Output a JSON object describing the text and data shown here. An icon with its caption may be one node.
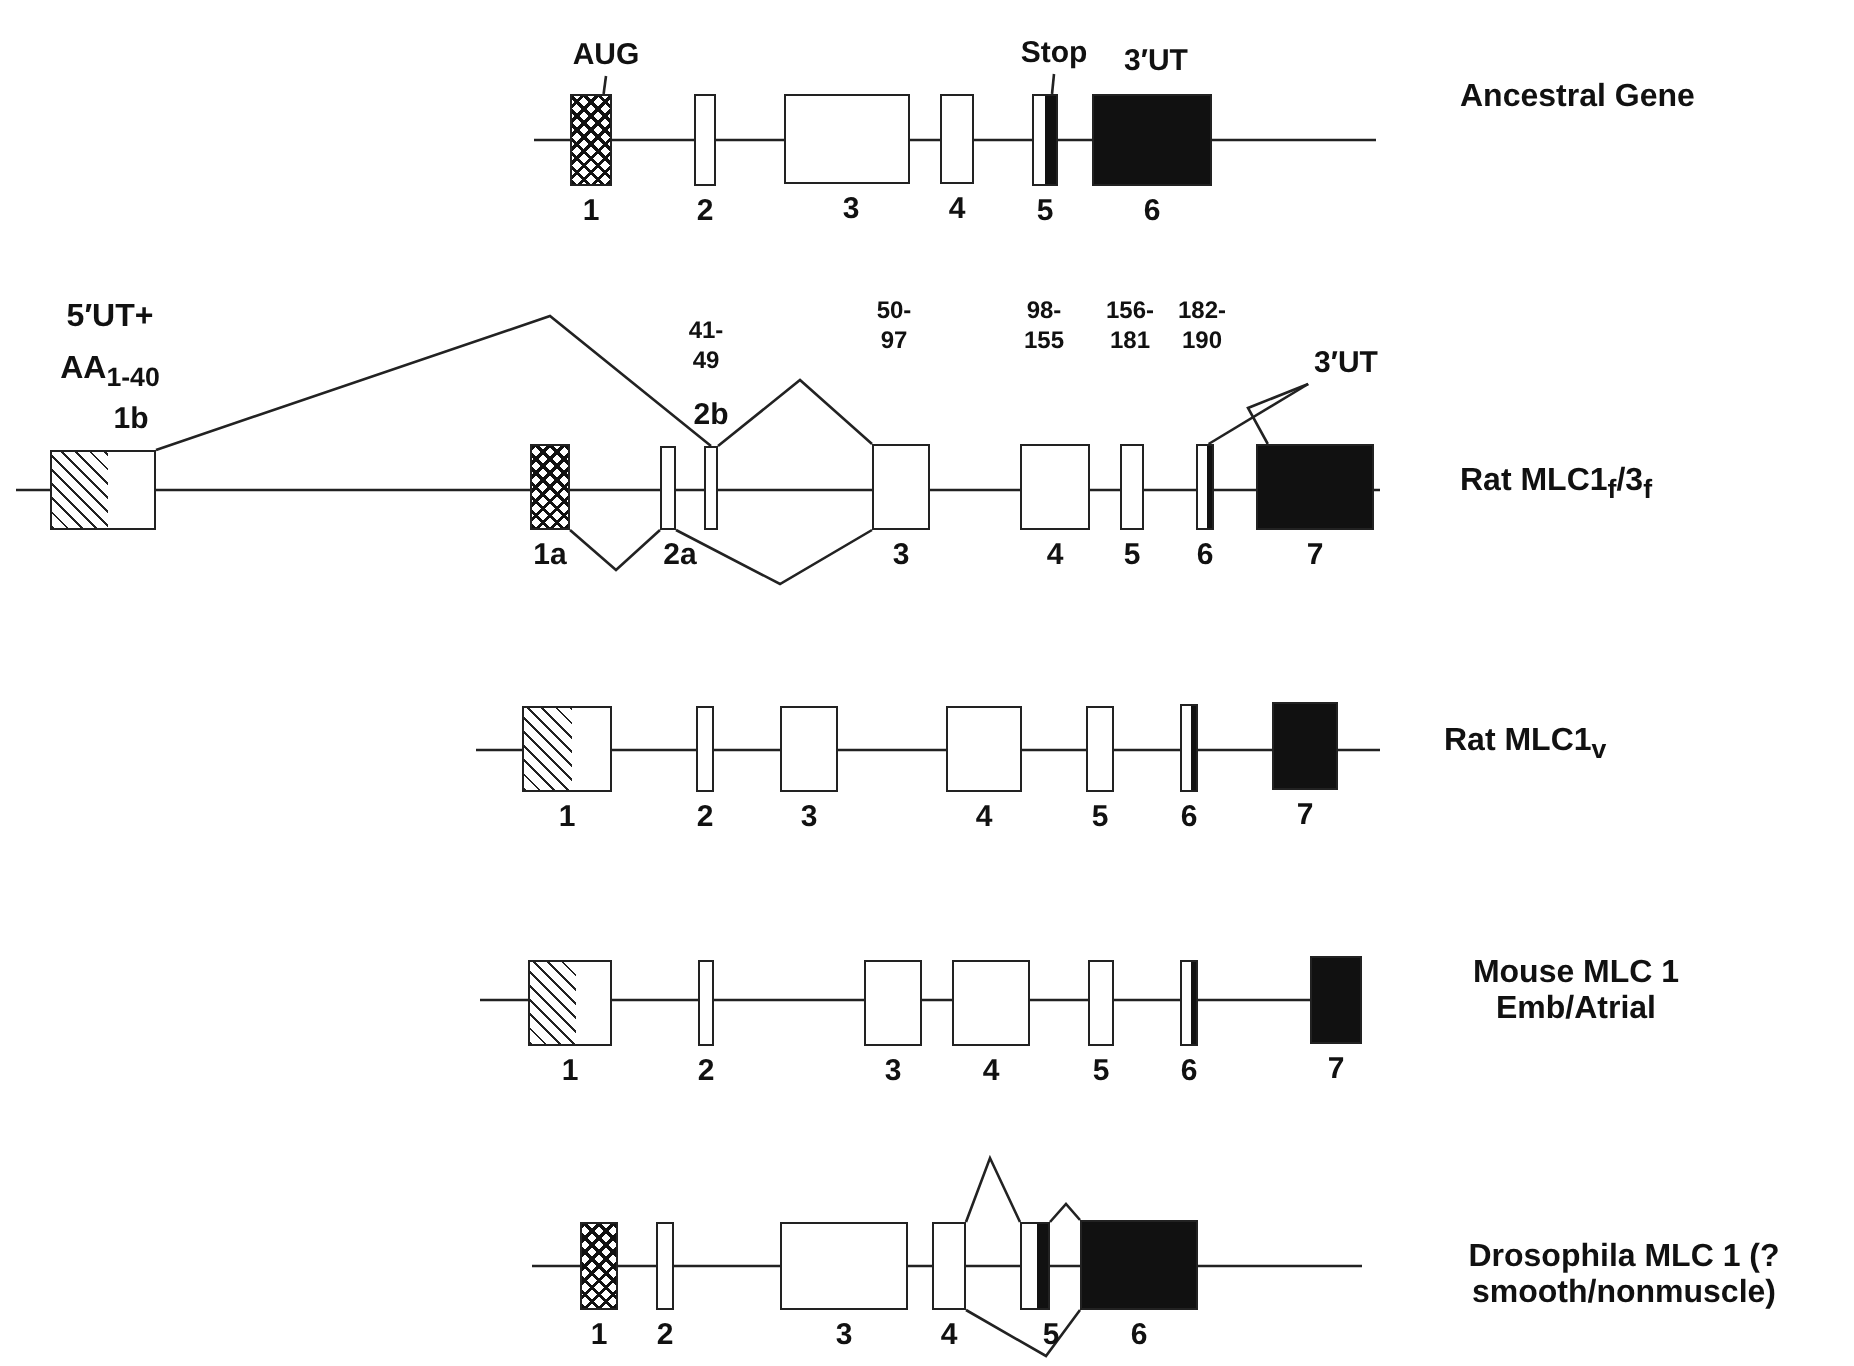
{
  "diagram": {
    "nodes": [
      {
        "text": [
          "AUG"
        ]
      },
      {
        "text": [
          "Stop"
        ]
      },
      {
        "text": [
          "1"
        ]
      },
      {
        "text": [
          "2"
        ]
      },
      {
        "text": [
          "3"
        ]
      },
      {
        "text": [
          "4"
        ]
      },
      {
        "text": [
          "5"
        ]
      },
      {
        "text": [
          "6"
        ]
      },
      {
        "text": [
          "1b"
        ],
        "beside": [
          "5′UT+ AA$_{1-40}$"
        ]
      },
      {
        "text": [
          "1a"
        ]
      },
      {
        "text": [
          "2a"
        ]
      },
      {
        "text": [
          "2b"
        ],
        "beside": [
          "41- 49"
        ]
      },
      {
        "text": [
          "3"
        ],
        "beside": [
          "50- 97"
        ]
      },
      {
        "text": [
          "4"
        ],
        "beside": [
          "98- 155"
        ]
      },
      {
        "text": [
          "5"
        ],
        "beside": [
          "156- 181"
        ]
      },
      {
        "text": [
          "6"
        ],
        "beside": [
          "182- 190"
        ]
      },
      {
        "text": [
          "7"
        ]
      },
      {
        "text": [
          "3′UT"
        ]
      },
      {
        "text": [
          "1"
        ]
      },
      {
        "text": [
          "2"
        ]
      },
      {
        "text": [
          "3"
        ]
      },
      {
        "text": [
          "4"
        ]
      },
      {
        "text": [
          "5"
        ]
      },
      {
        "text": [
          "6"
        ]
      },
      {
        "text": [
          "7"
        ]
      },
      {
        "text": [
          "1"
        ]
      },
      {
        "text": [
          "2"
        ]
      },
      {
        "text": [
          "3"
        ]
      },
      {
        "text": [
          "4"
        ]
      },
      {
        "text": [
          "5"
        ]
      },
      {
        "text": [
          "6"
        ]
      },
      {
        "text": [
          "7"
        ]
      },
      {
        "text": [
          "1"
        ]
      },
      {
        "text": [
          "2"
        ]
      },
      {
        "text": [
          "3"
        ]
      },
      {
        "text": [
          "4"
        ]
      },
      {
        "text": [
          "5"
        ]
      },
      {
        "text": [
          "6"
        ]
      }
    ],
    "edges": [
      {
        "from": 0,
        "to": 2,
        "arrow": "none"
      },
      {
        "from": 1,
        "to": 6,
        "arrow": "none"
      },
      {
        "from": 8,
        "to": 11,
        "arrow": "none"
      },
      {
        "from": 11,
        "to": 12,
        "arrow": "none"
      },
      {
        "from": 9,
        "to": 10,
        "arrow": "none"
      },
      {
        "from": 10,
        "to": 12,
        "arrow": "none"
      },
      {
        "from": 17,
        "to": 15,
        "arrow": "none"
      },
      {
        "from": 17,
        "to": 16,
        "arrow": "none"
      },
      {
        "from": 35,
        "to": 36,
        "arrow": "none"
      },
      {
        "from": 35,
        "to": 37,
        "arrow": "none"
      },
      {
        "from": 36,
        "to": 37,
        "arrow": "none"
      }
    ],
    "labels": [
      "3′UT",
      "Ancestral Gene",
      "Rat MLC1$_{f}$/3$_{f}$",
      "Rat  MLC1$_{v}$",
      "Mouse MLC 1 Emb/Atrial",
      "Drosophila MLC 1 (? smooth/nonmuscle)"
    ]
  }
}
